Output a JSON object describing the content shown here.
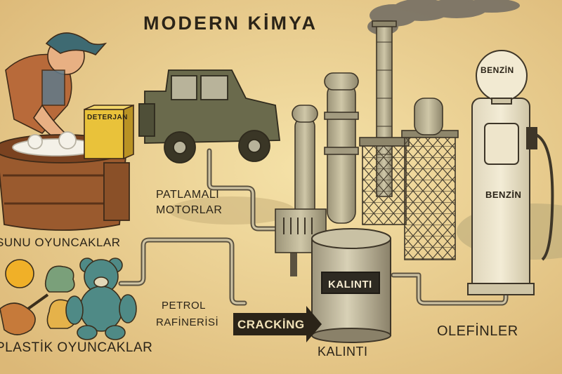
{
  "title": "MODERN KİMYA",
  "labels": {
    "toys_top": "SUNU OYUNCAKLAR",
    "engines_line1": "PATLAMALI",
    "engines_line2": "MOTORLAR",
    "refinery_line1": "PETROL",
    "refinery_line2": "RAFİNERİSİ",
    "plastic_toys": "PLASTİK OYUNCAKLAR",
    "cracking": "CRACKİNG",
    "tank_label": "KALINTI",
    "residue": "KALINTI",
    "olefins": "OLEFİNLER",
    "detergent_box": "DETERJAN",
    "pump_top": "BENZİN",
    "pump_body": "BENZİN"
  },
  "colors": {
    "background": "#e9cf8c",
    "ink": "#2b2418",
    "metal": "#b9b29a",
    "smoke": "#6f6a62"
  }
}
